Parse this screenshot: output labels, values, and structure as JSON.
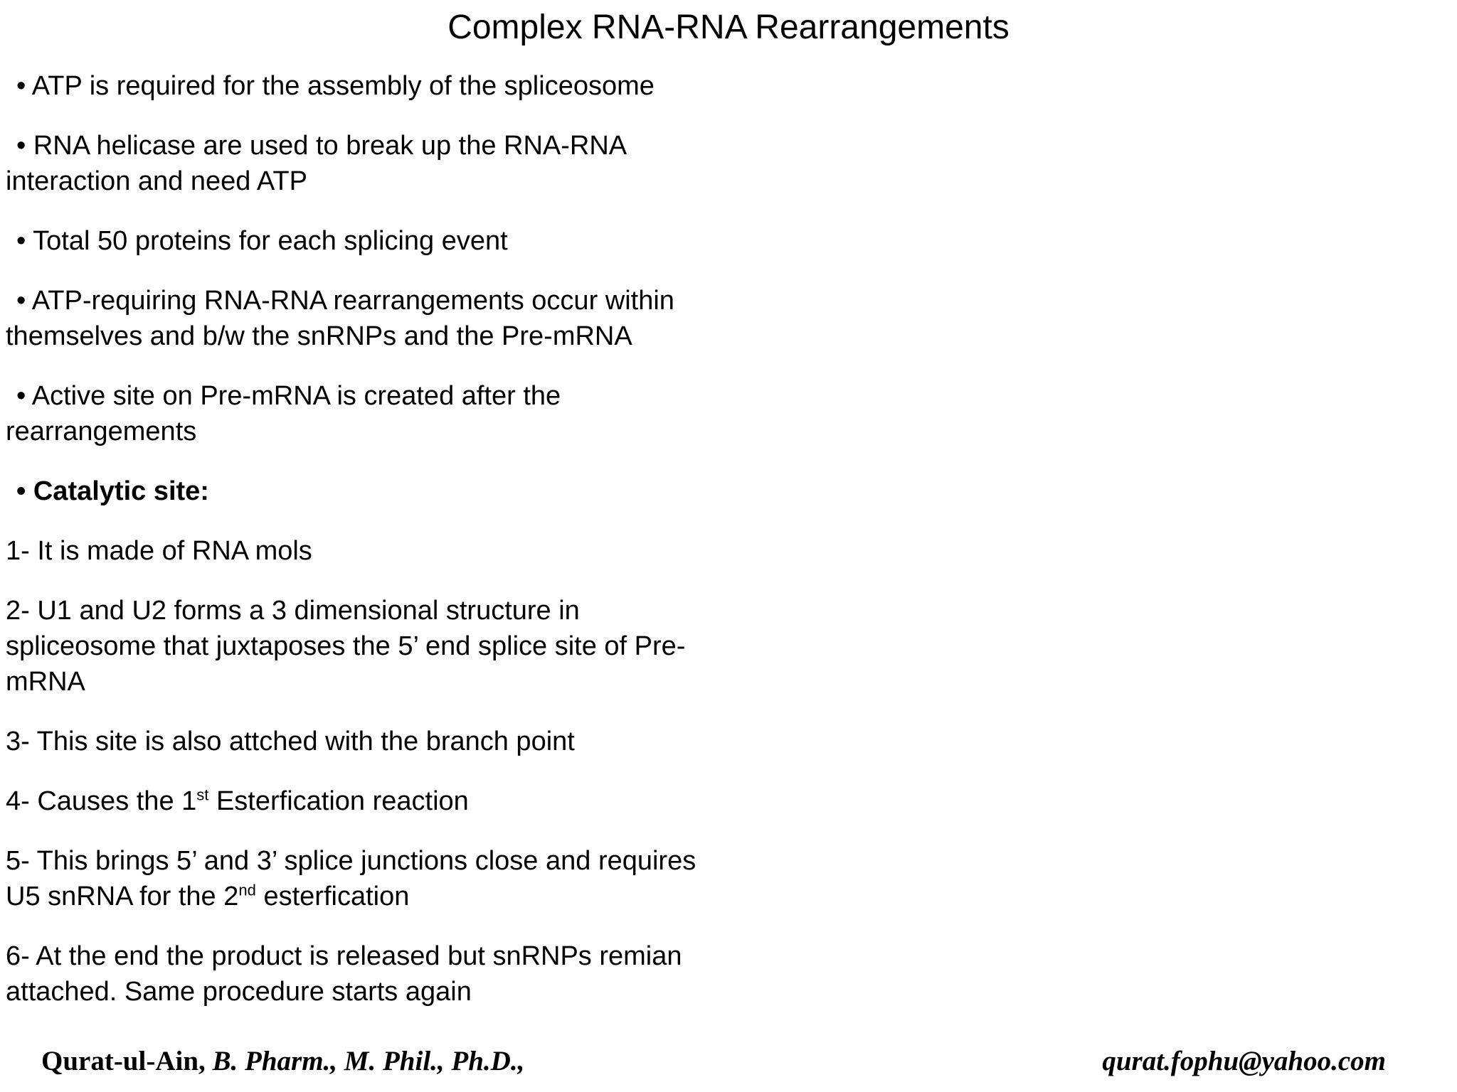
{
  "slide": {
    "title": "Complex RNA-RNA Rearrangements",
    "paragraphs": [
      {
        "text": "• ATP is required for the assembly of the spliceosome"
      },
      {
        "text": "• RNA helicase are used to break up the RNA-RNA\ninteraction and need ATP"
      },
      {
        "text": "• Total 50 proteins for each splicing event"
      },
      {
        "text": "• ATP-requiring RNA-RNA rearrangements occur within\nthemselves and b/w the snRNPs and the Pre-mRNA"
      },
      {
        "text": "• Active site on Pre-mRNA is created after the\nrearrangements"
      },
      {
        "text": "• Catalytic site:"
      },
      {
        "text": "1- It is made of RNA mols"
      },
      {
        "text": "2- U1 and U2 forms a 3 dimensional structure in\nspliceosome that juxtaposes the 5’ end splice site of Pre-\nmRNA"
      },
      {
        "text": "3- This site is also attched with the branch point"
      },
      {
        "pre": "4- Causes the 1",
        "sup": "st",
        "post": " Esterfication reaction"
      },
      {
        "pre": "5- This brings 5’ and 3’ splice junctions close and requires\nU5 snRNA for the 2",
        "sup": "nd",
        "post": " esterfication"
      },
      {
        "text": "6- At the end the product is released but snRNPs remian\nattached. Same procedure starts again"
      }
    ]
  },
  "footer": {
    "author": "Qurat-ul-Ain, ",
    "credentials": "B. Pharm., M. Phil., Ph.D.,",
    "email": "qurat.fophu@yahoo.com"
  }
}
